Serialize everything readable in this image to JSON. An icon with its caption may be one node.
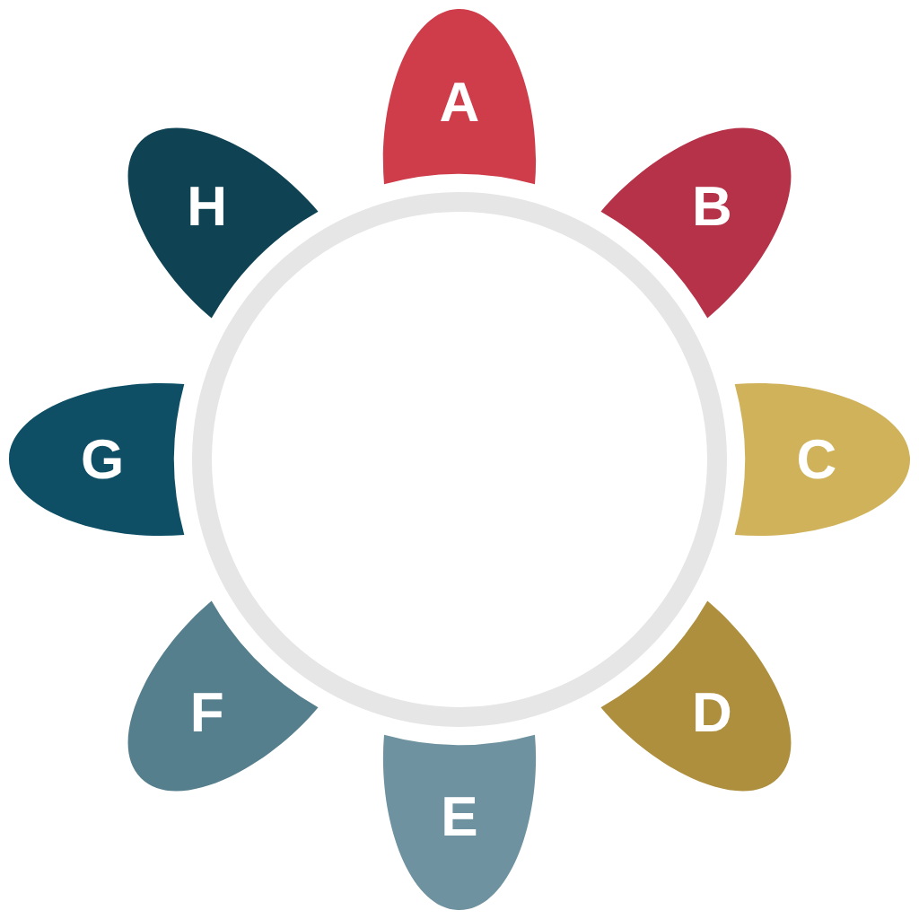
{
  "diagram": {
    "nodes": [
      {
        "text": [
          "A"
        ]
      },
      {
        "text": [
          "B"
        ]
      },
      {
        "text": [
          "C"
        ]
      },
      {
        "text": [
          "D"
        ]
      },
      {
        "text": [
          "E"
        ]
      },
      {
        "text": [
          "F"
        ]
      },
      {
        "text": [
          "G"
        ]
      },
      {
        "text": [
          "H"
        ]
      },
      {
        "text": [],
        "shape": "circle"
      }
    ]
  }
}
